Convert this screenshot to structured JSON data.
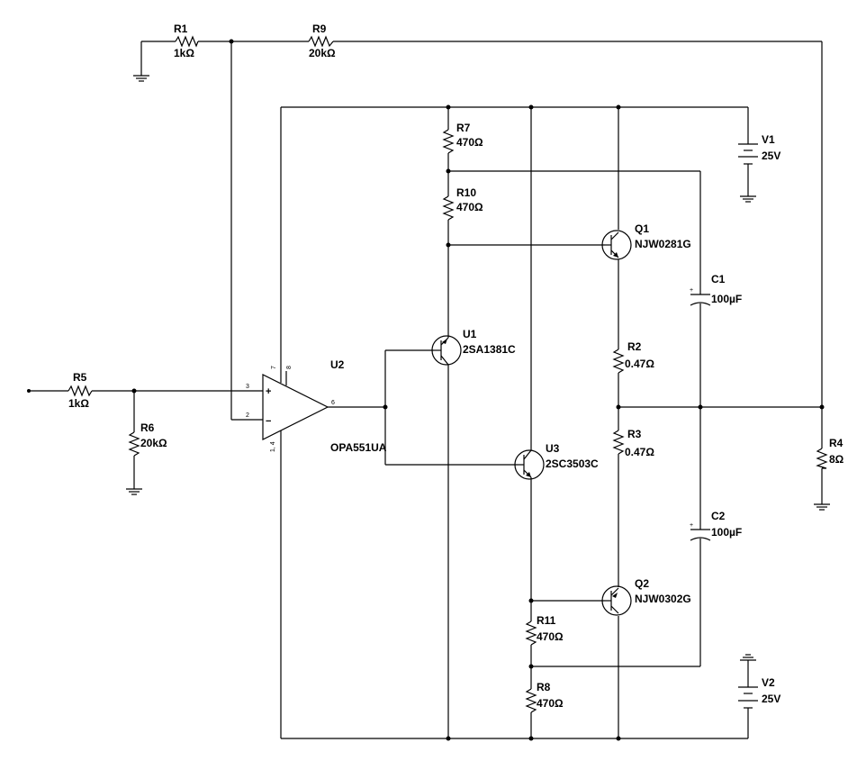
{
  "components": [
    {
      "ref": "R1",
      "value": "1kΩ"
    },
    {
      "ref": "R9",
      "value": "20kΩ"
    },
    {
      "ref": "R7",
      "value": "470Ω"
    },
    {
      "ref": "R10",
      "value": "470Ω"
    },
    {
      "ref": "V1",
      "value": "25V"
    },
    {
      "ref": "Q1",
      "value": "NJW0281G"
    },
    {
      "ref": "C1",
      "value": "100µF"
    },
    {
      "ref": "U1",
      "value": "2SA1381C"
    },
    {
      "ref": "R2",
      "value": "0.47Ω"
    },
    {
      "ref": "U2",
      "value": "OPA551UA"
    },
    {
      "ref": "R5",
      "value": "1kΩ"
    },
    {
      "ref": "R6",
      "value": "20kΩ"
    },
    {
      "ref": "R3",
      "value": "0.47Ω"
    },
    {
      "ref": "U3",
      "value": "2SC3503C"
    },
    {
      "ref": "R4",
      "value": "8Ω"
    },
    {
      "ref": "C2",
      "value": "100µF"
    },
    {
      "ref": "Q2",
      "value": "NJW0302G"
    },
    {
      "ref": "R11",
      "value": "470Ω"
    },
    {
      "ref": "R8",
      "value": "470Ω"
    },
    {
      "ref": "V2",
      "value": "25V"
    }
  ],
  "opamp_pins": {
    "in_plus": "3",
    "in_minus": "2",
    "out": "6",
    "top1": "7",
    "top2": "8",
    "bot": "1, 4",
    "plus_sign": "+",
    "minus_sign": "−"
  },
  "capacitor_polarity": "+"
}
